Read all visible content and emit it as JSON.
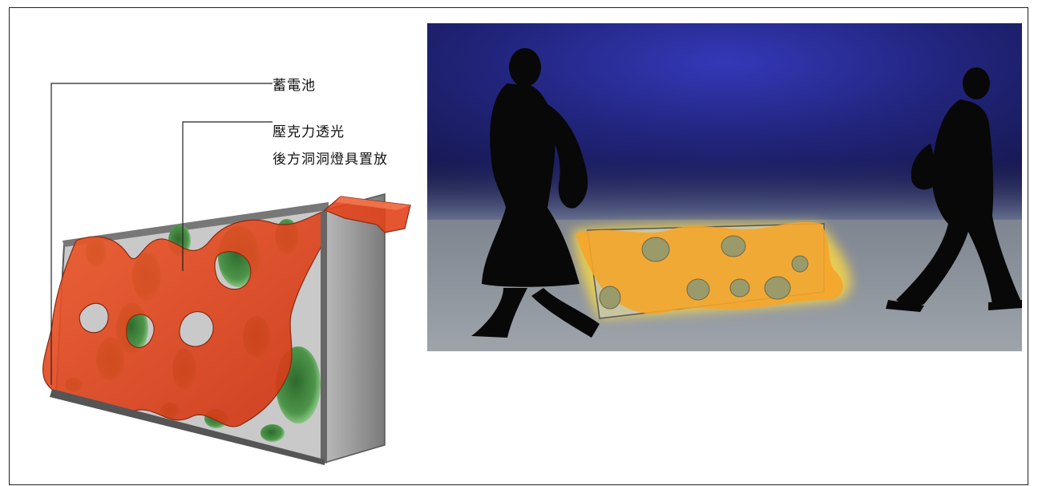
{
  "annotations": {
    "battery": "蓄電池",
    "acrylic": "壓克力透光",
    "lamp": "後方洞洞燈具置放"
  },
  "colors": {
    "acrylic_orange": "#e2421c",
    "holes_green": "#6db16a",
    "frame_gray": "#8e8e8e",
    "night_sky": "#15164a",
    "glow_yellow": "#f7c526"
  }
}
